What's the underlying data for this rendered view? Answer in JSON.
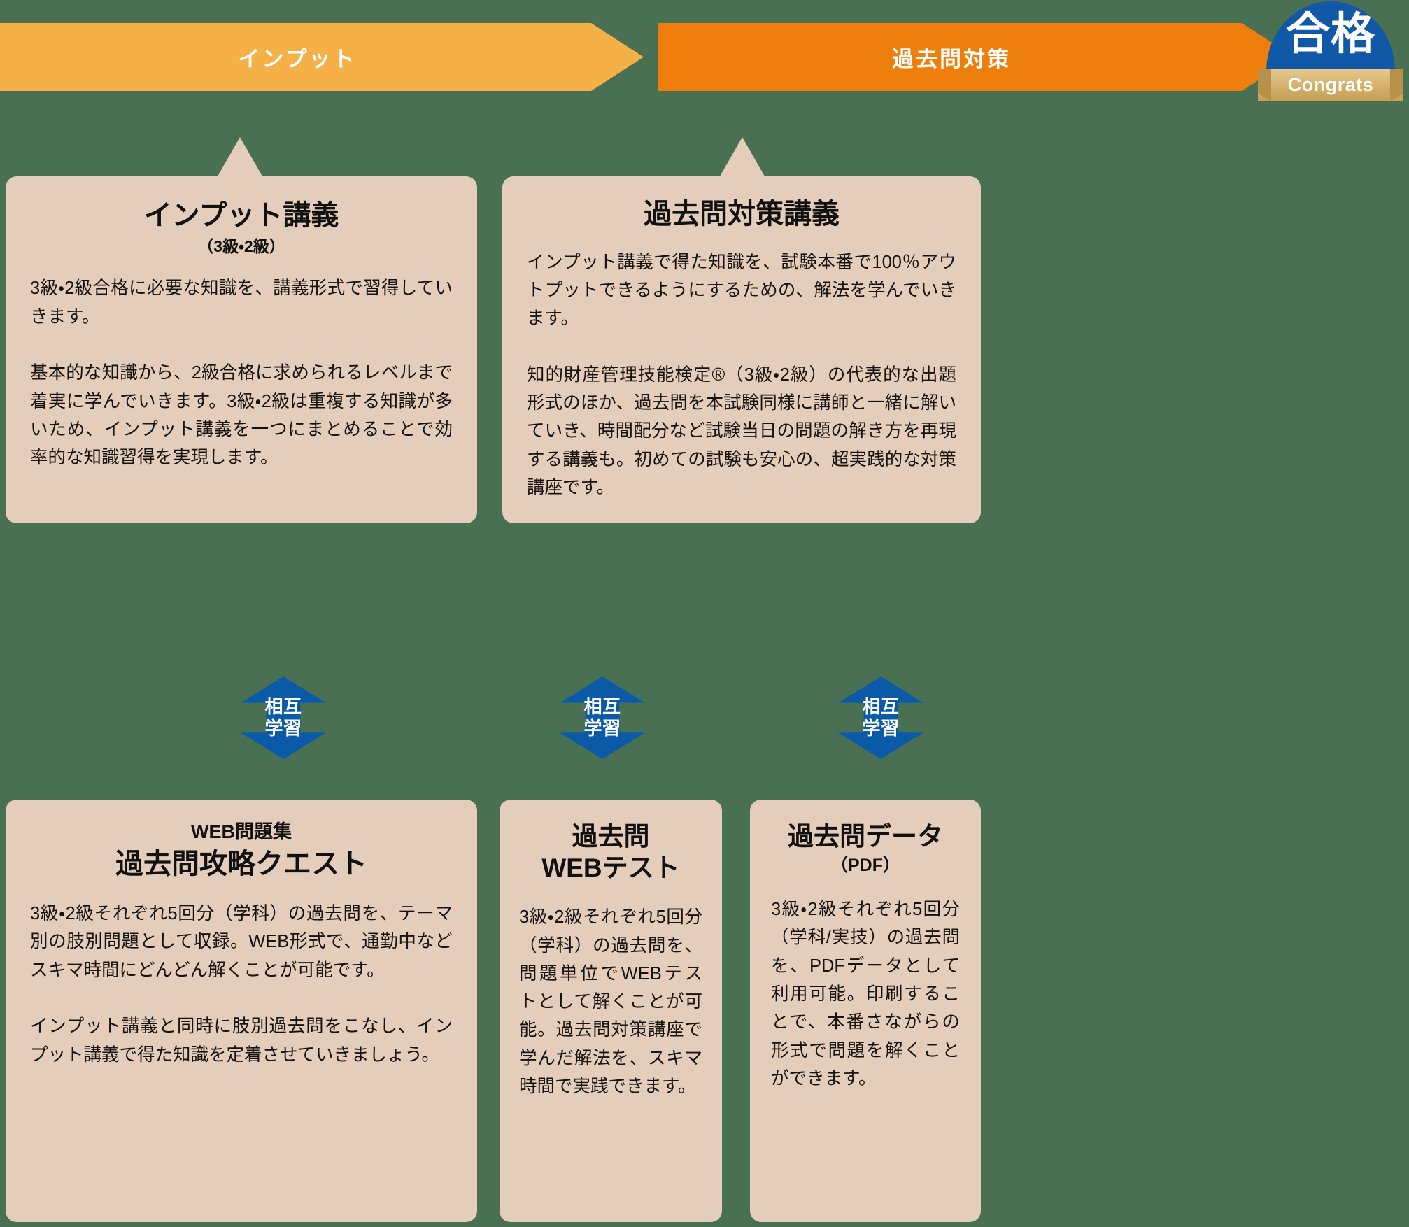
{
  "colors": {
    "background_green": "#4a7053",
    "banner_input": "#f5b048",
    "banner_kako": "#ee7f0c",
    "card_bg": "#e4cdba",
    "arrow_blue": "#0b5aa8",
    "badge_blue": "#1158a6",
    "ribbon_gold": "#d4b06a"
  },
  "banners": {
    "input": "インプット",
    "kako": "過去問対策"
  },
  "badge": {
    "kanji": "合格",
    "ribbon": "Congrats"
  },
  "cards": {
    "input_lecture": {
      "title": "インプット講義",
      "subtitle": "（3級・2級）",
      "paragraphs": [
        "3級・2級合格に必要な知識を、講義形式で習得していきます。",
        "基本的な知識から、2級合格に求められるレベルまで着実に学んでいきます。3級・2級は重複する知識が多いため、インプット講義を一つにまとめることで効率的な知識習得を実現します。"
      ]
    },
    "kako_lecture": {
      "title": "過去問対策講義",
      "paragraphs": [
        "インプット講義で得た知識を、試験本番で100％アウトプットできるようにするための、解法を学んでいきます。",
        "知的財産管理技能検定®（3級・2級）の代表的な出題形式のほか、過去問を本試験同様に講師と一緒に解いていき、時間配分など試験当日の問題の解き方を再現する講義も。初めての試験も安心の、超実践的な対策講座です。"
      ]
    },
    "quest": {
      "eyebrow": "WEB問題集",
      "title": "過去問攻略クエスト",
      "paragraphs": [
        "3級・2級それぞれ5回分（学科）の過去問を、テーマ別の肢別問題として収録。WEB形式で、通勤中などスキマ時間にどんどん解くことが可能です。",
        "インプット講義と同時に肢別過去問をこなし、インプット講義で得た知識を定着させていきましょう。"
      ]
    },
    "webtest": {
      "title": "過去問\nWEBテスト",
      "paragraphs": [
        "3級・2級それぞれ5回分（学科）の過去問を、問題単位でWEBテストとして解くことが可能。過去問対策講座で学んだ解法を、スキマ時間で実践できます。"
      ]
    },
    "pdf": {
      "title": "過去問データ",
      "subtitle": "（PDF）",
      "paragraphs": [
        "3級・2級それぞれ5回分（学科/実技）の過去問を、PDFデータとして利用可能。印刷することで、本番さながらの形式で問題を解くことができます。"
      ]
    }
  },
  "arrows": {
    "mutual_learning_line1": "相互",
    "mutual_learning_line2": "学習"
  }
}
